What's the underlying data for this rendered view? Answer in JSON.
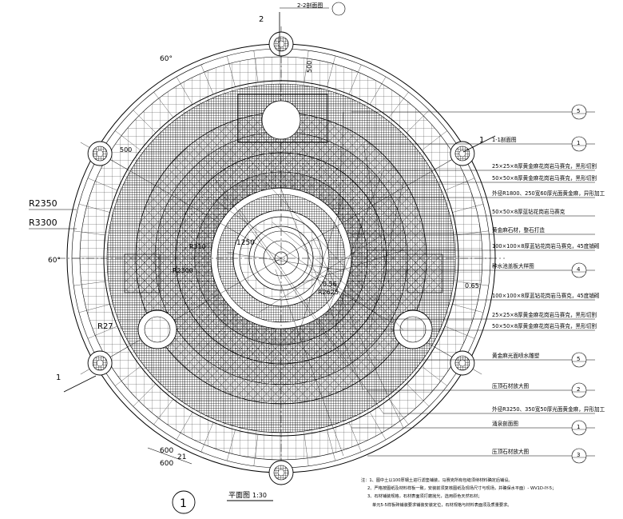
{
  "drawing": {
    "title": "平面图",
    "scale": "1:30",
    "drawing_number": "1",
    "section_label": "2-2剖面图",
    "section_mark_top": "2",
    "section_mark_left": "1",
    "section_mark_right": "1",
    "section_11_label": "1-1剖面图",
    "ring_label": "1250",
    "small_labels": [
      "0.56",
      "R2625",
      "R310",
      "R2300",
      "0.65",
      "500",
      "500"
    ]
  },
  "dimensions": {
    "r2350": "R2350",
    "r3300": "R3300",
    "r27": "R27",
    "angle_top": "60°",
    "angle_left": "60°",
    "width_600": "600",
    "width_21": "21",
    "width_600b": "600"
  },
  "callouts": [
    {
      "text": "",
      "bubble": "5"
    },
    {
      "text": "1-1剖面图",
      "bubble": "1"
    },
    {
      "text": "25×25×8厚黄金麻花岗岩马赛克，黑形切割",
      "bubble": ""
    },
    {
      "text": "50×50×8厚黄金麻花岗岩马赛克，黑形切割",
      "bubble": ""
    },
    {
      "text": "外径R1800、250宽60厚光面黄金麻，异形加工",
      "bubble": ""
    },
    {
      "text": "50×50×8厚蓝钻花岗岩马赛克",
      "bubble": ""
    },
    {
      "text": "黄金麻石材，整石打造",
      "bubble": ""
    },
    {
      "text": "100×100×8厚蓝钻花岗岩马赛克，45度铺砌",
      "bubble": ""
    },
    {
      "text": "种水池盖板大样图",
      "bubble": "4"
    },
    {
      "text": "100×100×8厚蓝钻花岗岩马赛克，45度铺砌",
      "bubble": ""
    },
    {
      "text": "25×25×8厚黄金麻花岗岩马赛克，黑形切割",
      "bubble": ""
    },
    {
      "text": "50×50×8厚黄金麻花岗岩马赛克，黑形切割",
      "bubble": ""
    },
    {
      "text": "黄金麻光面喷水雕塑",
      "bubble": "5"
    },
    {
      "text": "压顶石材放大图",
      "bubble": "2"
    },
    {
      "text": "外径R3250、350宽50厚光面黄金麻，异形加工",
      "bubble": ""
    },
    {
      "text": "涌泉剖面图",
      "bubble": "1"
    },
    {
      "text": "压顶石材放大图",
      "bubble": "3"
    }
  ],
  "notes": [
    "注：1、图中土以100厚钢土进行滤垫铺装，马赛克所有包缝须待材料确定后铺设。",
    "2、严格按图纸及材料样板一致，安装前须复核图纸及现场尺寸与现场，并确保水平面）- WV1D-IY-5；",
    "3、石材铺装规格，石材表面须打磨抛光，选用原色天然石材；",
    "单元5-5样板砖铺装要求铺装安装定位，石材规格与材料表面须及质量要求。"
  ]
}
